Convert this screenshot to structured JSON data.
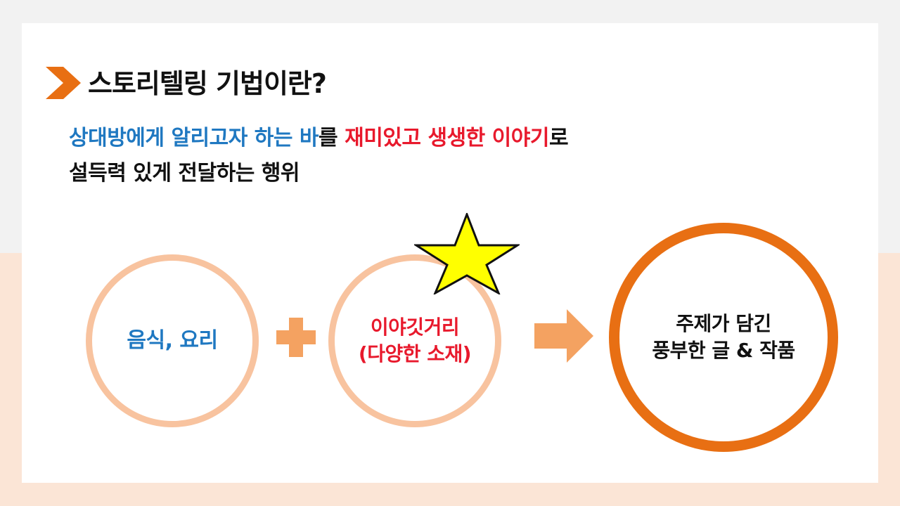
{
  "title": "스토리텔링 기법이란?",
  "definition": {
    "line1": {
      "part_blue": "상대방에게 알리고자 하는 바",
      "part_black1": "를 ",
      "part_red": "재미있고 생생한 이야기",
      "part_black2": "로"
    },
    "line2": "설득력 있게 전달하는 행위"
  },
  "diagram": {
    "circle1": {
      "text": "음식, 요리"
    },
    "circle2": {
      "line1": "이야깃거리",
      "line2": "(다양한 소재)"
    },
    "circle3": {
      "line1": "주제가 담긴",
      "line2": "풍부한 글 & 작품"
    }
  },
  "icons": {
    "title_marker": "chevron-right-icon",
    "operator": "plus-icon",
    "flow": "arrow-right-icon",
    "highlight": "star-icon"
  },
  "colors": {
    "accent_orange": "#e86f13",
    "light_orange": "#f8c39f",
    "blue": "#1f78c1",
    "red": "#e8192c",
    "star_yellow": "#ffff00",
    "plus_orange": "#f4a261"
  }
}
